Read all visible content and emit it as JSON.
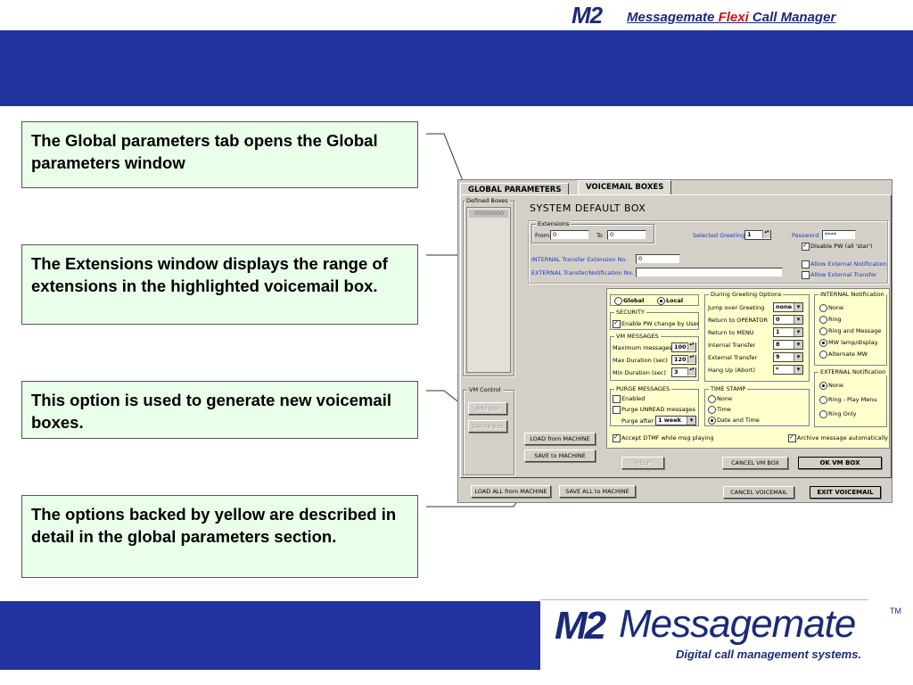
{
  "header": {
    "logo": "M2",
    "title_prefix": "Messagemate ",
    "title_flexi": "Flexi",
    "title_suffix": " Call Manager"
  },
  "callouts": {
    "c1": "The Global parameters tab opens the Global parameters window",
    "c2": "The Extensions window displays the range of extensions in the highlighted voicemail box.",
    "c3": "This option is used to generate new voicemail boxes.",
    "c4": "The options backed by yellow are described in detail in the global parameters section."
  },
  "app": {
    "tabs": {
      "global": "GLOBAL PARAMETERS",
      "vmboxes": "VOICEMAIL BOXES"
    },
    "defined_boxes": {
      "label": "Defined Boxes",
      "item": "00000000"
    },
    "vm_control": {
      "label": "VM Control",
      "add": "Add Box",
      "delete": "Delete Box"
    },
    "system_title": "SYSTEM DEFAULT BOX",
    "extensions": {
      "label": "Extensions",
      "from_label": "From",
      "from_value": "0",
      "to_label": "To",
      "to_value": "0"
    },
    "selected_greeting": {
      "label": "Selected Greeting",
      "value": "1"
    },
    "password": {
      "label": "Password",
      "value": "****"
    },
    "disable_pw": "Disable PW  (all 'star')",
    "internal_transfer": {
      "label": "INTERNAL Transfer Extension No.",
      "value": "0"
    },
    "external_transfer": {
      "label": "EXTERNAL Transfer/Notification No.",
      "value": ""
    },
    "allow_ext_notif": "Allow External Notification",
    "allow_ext_transfer": "Allow External Transfer",
    "scope": {
      "global": "Global",
      "local": "Local"
    },
    "security": {
      "label": "SECURITY",
      "enable_pw": "Enable PW change by User"
    },
    "vm_messages": {
      "label": "VM MESSAGES",
      "max_messages": {
        "label": "Maximum messages",
        "value": "100"
      },
      "max_duration": {
        "label": "Max Duration  (sec)",
        "value": "120"
      },
      "min_duration": {
        "label": "Min Duration  (sec)",
        "value": "3"
      }
    },
    "greeting_options": {
      "label": "During Greeting Options",
      "jump": {
        "label": "Jump over Greeting",
        "value": "none"
      },
      "operator": {
        "label": "Return to OPERATOR",
        "value": "0"
      },
      "menu": {
        "label": "Return to MENU",
        "value": "1"
      },
      "internal": {
        "label": "Internal Transfer",
        "value": "8"
      },
      "external": {
        "label": "External Transfer",
        "value": "9"
      },
      "hangup": {
        "label": "Hang Up (Abort)",
        "value": "*"
      }
    },
    "internal_notification": {
      "label": "INTERNAL Notification",
      "none": "None",
      "ring": "Ring",
      "ring_msg": "Ring and Message",
      "mw_lamp": "MW lamp/display",
      "alt_mw": "Alternate MW"
    },
    "external_notification": {
      "label": "EXTERNAL Notification",
      "none": "None",
      "ring_play": "Ring - Play Menu",
      "ring_only": "Ring Only"
    },
    "purge": {
      "label": "PURGE MESSAGES",
      "enabled": "Enabled",
      "unread": "Purge UNREAD messages",
      "after_label": "Purge after",
      "after_value": "1 week"
    },
    "time_stamp": {
      "label": "TIME STAMP",
      "none": "None",
      "time": "Time",
      "date_time": "Date and Time"
    },
    "accept_dtmf": "Accept DTMF while msg playing",
    "archive": "Archive message automatically",
    "buttons": {
      "load_machine": "LOAD from MACHINE",
      "save_machine": "SAVE to MACHINE",
      "help": "HELP",
      "cancel_vm": "CANCEL VM BOX",
      "ok_vm": "OK VM BOX",
      "load_all": "LOAD ALL from MACHINE",
      "save_all": "SAVE ALL to MACHINE",
      "cancel_voicemail": "CANCEL VOICEMAIL",
      "exit_voicemail": "EXIT VOICEMAIL"
    }
  },
  "footer": {
    "logo_m2": "M2",
    "logo_name": "Messagemate",
    "tm": "TM",
    "tagline": "Digital call management systems."
  },
  "colors": {
    "brand_blue": "#2233a0",
    "logo_navy": "#1a2a7a",
    "flexi_red": "#d01010",
    "callout_bg": "#eaffea",
    "yellow_area": "#ffffcc"
  }
}
